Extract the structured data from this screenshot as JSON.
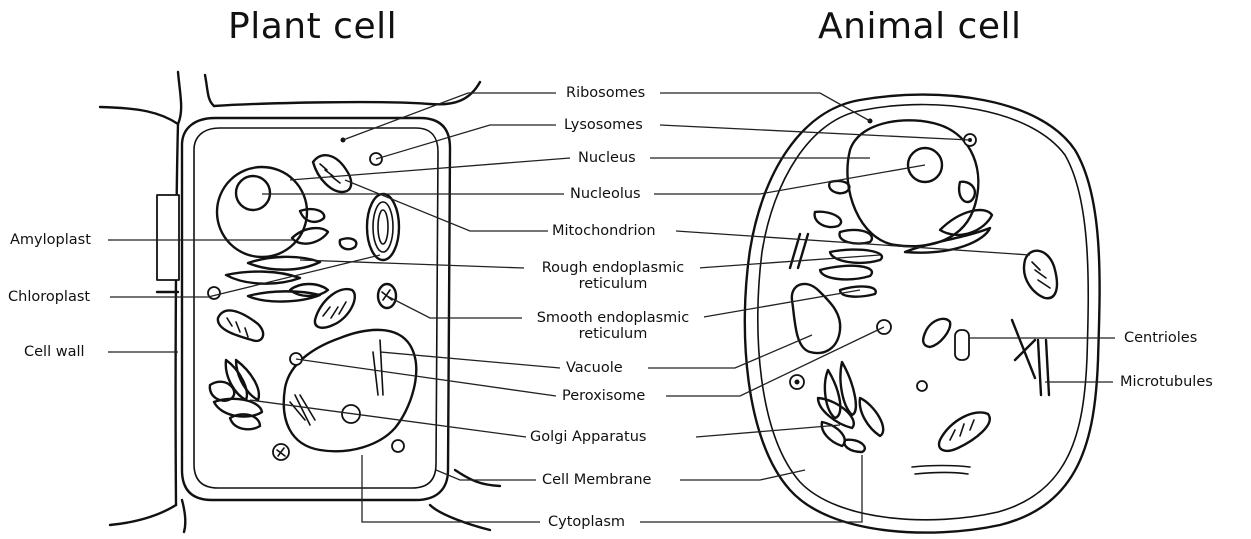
{
  "titles": {
    "plant": "Plant cell",
    "animal": "Animal cell"
  },
  "labels": {
    "ribosomes": "Ribosomes",
    "lysosomes": "Lysosomes",
    "nucleus": "Nucleus",
    "nucleolus": "Nucleolus",
    "mitochondrion": "Mitochondrion",
    "rough_er_line1": "Rough endoplasmic",
    "rough_er_line2": "reticulum",
    "smooth_er_line1": "Smooth endoplasmic",
    "smooth_er_line2": "reticulum",
    "vacuole": "Vacuole",
    "peroxisome": "Peroxisome",
    "golgi": "Golgi Apparatus",
    "cell_membrane": "Cell Membrane",
    "cytoplasm": "Cytoplasm",
    "amyloplast": "Amyloplast",
    "chloroplast": "Chloroplast",
    "cell_wall": "Cell wall",
    "centrioles": "Centrioles",
    "microtubules": "Microtubules"
  }
}
